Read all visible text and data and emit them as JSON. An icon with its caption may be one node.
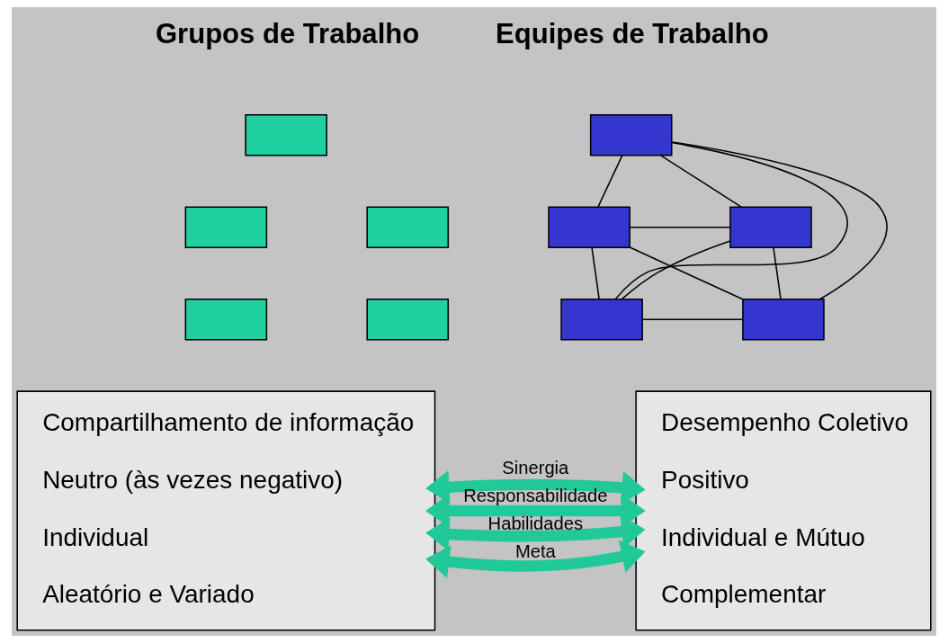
{
  "diagram": {
    "nodes": [
      {
        "text": [
          "Compartilhamento de informação",
          "Neutro (às vezes negativo)",
          "Individual",
          "Aleatório e Variado"
        ]
      },
      {
        "text": [
          "Desempenho Coletivo",
          "Positivo",
          "Individual e Mútuo",
          "Complementar"
        ]
      },
      {
        "text": [],
        "shape": "box"
      },
      {
        "text": [],
        "shape": "box"
      },
      {
        "text": [],
        "shape": "box"
      },
      {
        "text": [],
        "shape": "box"
      },
      {
        "text": [],
        "shape": "box"
      },
      {
        "text": [],
        "shape": "box"
      },
      {
        "text": [],
        "shape": "box"
      },
      {
        "text": [],
        "shape": "box"
      },
      {
        "text": [],
        "shape": "box"
      },
      {
        "text": [],
        "shape": "box"
      }
    ],
    "edges": [
      {
        "from": 7,
        "to": 8,
        "arrow": "none"
      },
      {
        "from": 7,
        "to": 9,
        "arrow": "none"
      },
      {
        "from": 8,
        "to": 10,
        "arrow": "none"
      },
      {
        "from": 9,
        "to": 11,
        "arrow": "none"
      },
      {
        "from": 10,
        "to": 11,
        "arrow": "none"
      },
      {
        "from": 7,
        "to": 10,
        "arrow": "none"
      },
      {
        "from": 7,
        "to": 11,
        "arrow": "none"
      },
      {
        "from": 8,
        "to": 9,
        "arrow": "none"
      },
      {
        "from": 8,
        "to": 11,
        "arrow": "none"
      },
      {
        "from": 9,
        "to": 10,
        "arrow": "none"
      },
      {
        "from": 0,
        "to": 1,
        "label": "Meta",
        "arrow": "both",
        "style": "thick",
        "color": "#20c997"
      },
      {
        "from": 0,
        "to": 1,
        "label": "Sinergia",
        "arrow": "both",
        "style": "thick",
        "color": "#20c997"
      },
      {
        "from": 0,
        "to": 1,
        "label": "Responsabilidade",
        "arrow": "both",
        "style": "thick",
        "color": "#20c997"
      },
      {
        "from": 0,
        "to": 1,
        "label": "Habilidades",
        "arrow": "both",
        "style": "thick",
        "color": "#20c997"
      }
    ],
    "labels": [
      "Grupos de Trabalho",
      "Equipes de Trabalho"
    ]
  }
}
